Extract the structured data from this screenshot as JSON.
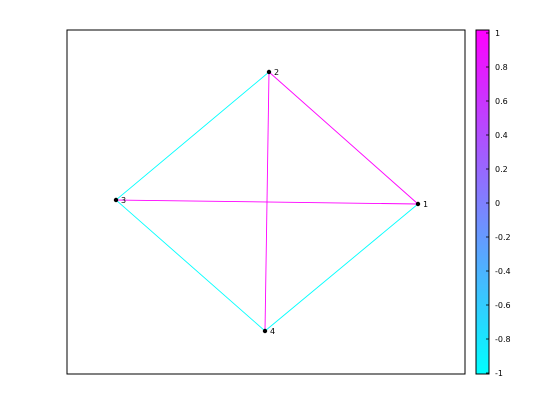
{
  "graph": {
    "nodes": [
      {
        "id": "1",
        "label": "1"
      },
      {
        "id": "2",
        "label": "2"
      },
      {
        "id": "3",
        "label": "3"
      },
      {
        "id": "4",
        "label": "4"
      }
    ],
    "edges": [
      {
        "from": "2",
        "to": "1",
        "value": 1
      },
      {
        "from": "3",
        "to": "1",
        "value": 1
      },
      {
        "from": "2",
        "to": "4",
        "value": 1
      },
      {
        "from": "2",
        "to": "3",
        "value": -1
      },
      {
        "from": "3",
        "to": "4",
        "value": -1
      },
      {
        "from": "4",
        "to": "1",
        "value": -1
      }
    ]
  },
  "colorbar": {
    "min": -1,
    "max": 1,
    "low_color": "#00ffff",
    "high_color": "#ff00ff",
    "ticks": [
      "1",
      "0.8",
      "0.6",
      "0.4",
      "0.2",
      "0",
      "-0.2",
      "-0.4",
      "-0.6",
      "-0.8",
      "-1"
    ]
  }
}
